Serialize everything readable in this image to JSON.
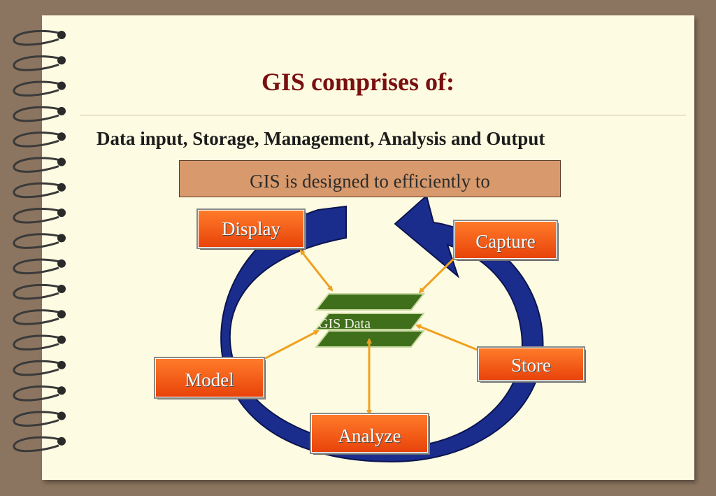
{
  "slide": {
    "title": "GIS comprises of:",
    "subtitle": "Data input, Storage, Management, Analysis and Output",
    "banner": "GIS is designed to efficiently to"
  },
  "diagram": {
    "center_label": "GIS Data",
    "nodes": {
      "display": "Display",
      "capture": "Capture",
      "store": "Store",
      "model": "Model",
      "analyze": "Analyze"
    }
  },
  "colors": {
    "background": "#8c7560",
    "paper": "#fdfbe1",
    "title": "#7a0f10",
    "box": "#f35a17",
    "arrow": "#f0a020",
    "cycle": "#1b2d8c",
    "layer": "#3f6f1a"
  }
}
